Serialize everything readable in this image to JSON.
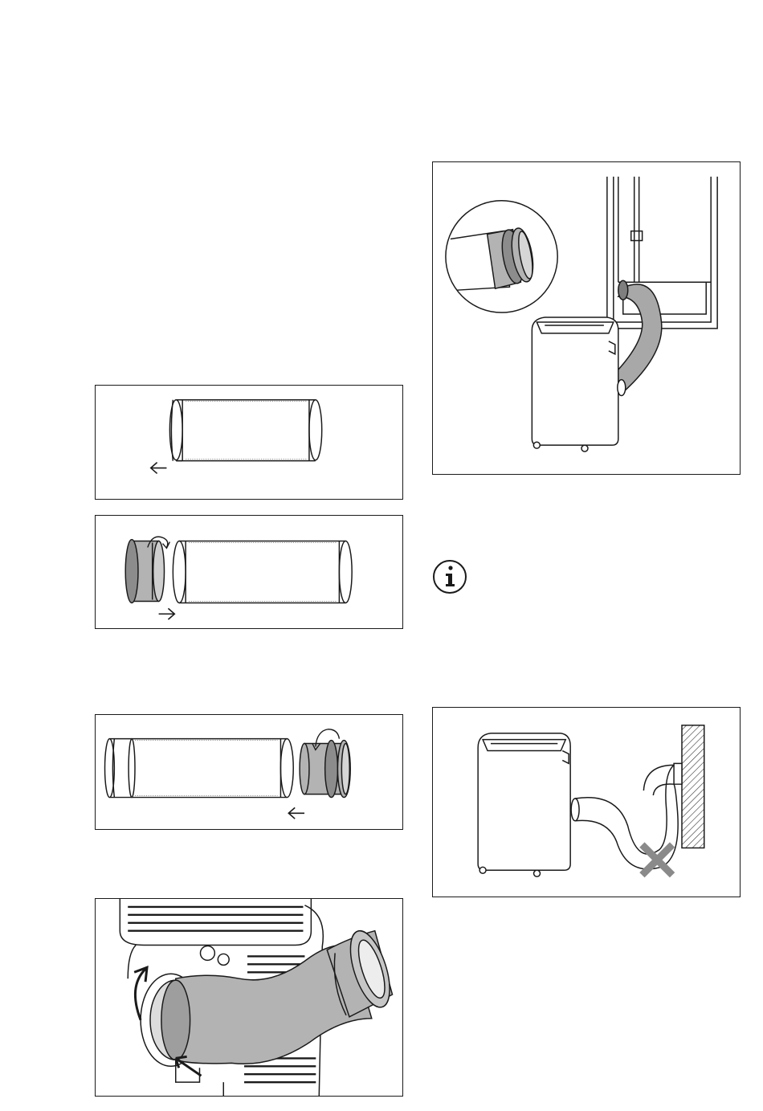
{
  "figures": [
    {
      "id": "fig-hose-1",
      "icon": "hose-extend-left-arrow"
    },
    {
      "id": "fig-hose-2",
      "icon": "adapter-rotate-attach-right-arrow"
    },
    {
      "id": "fig-hose-3",
      "icon": "window-adapter-rotate-attach-left-arrow"
    },
    {
      "id": "fig-hose-4",
      "icon": "hose-connect-rotate-unit"
    },
    {
      "id": "fig-window",
      "icon": "unit-hose-window-installed"
    },
    {
      "id": "fig-wrong",
      "icon": "hose-sagging-wrong-cross"
    }
  ],
  "info": {
    "icon": "info-icon"
  },
  "colors": {
    "line": "#1a1a1a",
    "hose_fill": "#b3b3b3",
    "hose_dark": "#8c8c8c",
    "cross": "#8a8a8a",
    "wall_hatch": "#333333"
  }
}
